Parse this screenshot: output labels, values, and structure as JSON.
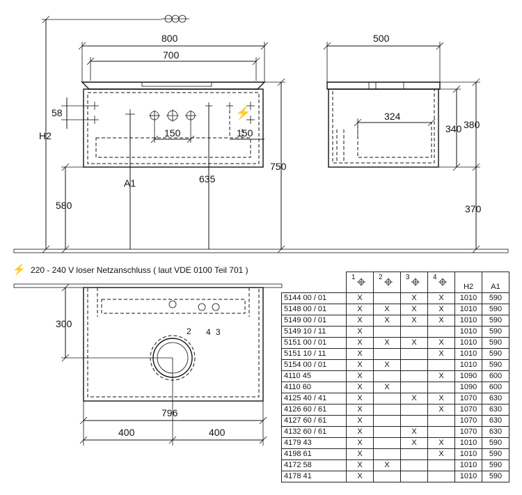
{
  "front_view": {
    "dims": {
      "total_width": "800",
      "top_width": "700",
      "offset_top": "58",
      "hole_spacing_left": "150",
      "hole_spacing_right": "150",
      "height_h2": "H2",
      "height_580": "580",
      "height_a1": "A1",
      "height_635": "635",
      "height_750": "750"
    },
    "symbols": {
      "lightning": "⚡"
    }
  },
  "side_view": {
    "dims": {
      "depth": "500",
      "inner_depth": "324",
      "height_340": "340",
      "height_380": "380",
      "height_370": "370"
    }
  },
  "electrical_note": {
    "symbol": "⚡",
    "text": "220 - 240 V loser Netzanschluss ( laut VDE 0100 Teil 701 )"
  },
  "top_view": {
    "dims": {
      "depth_300": "300",
      "width_796": "796",
      "half_left": "400",
      "half_right": "400"
    },
    "hole_labels": [
      "2",
      "4",
      "3"
    ]
  },
  "table": {
    "headers": {
      "hole1": "1",
      "hole2": "2",
      "hole3": "3",
      "hole4": "4",
      "h2": "H2",
      "a1": "A1"
    },
    "rows": [
      {
        "art": "5144 00 / 01",
        "h1": "X",
        "h2x": "",
        "h3": "X",
        "h4": "X",
        "H2": "1010",
        "A1": "590"
      },
      {
        "art": "5148 00 / 01",
        "h1": "X",
        "h2x": "X",
        "h3": "X",
        "h4": "X",
        "H2": "1010",
        "A1": "590"
      },
      {
        "art": "5149 00 / 01",
        "h1": "X",
        "h2x": "X",
        "h3": "X",
        "h4": "X",
        "H2": "1010",
        "A1": "590"
      },
      {
        "art": "5149 10 / 11",
        "h1": "X",
        "h2x": "",
        "h3": "",
        "h4": "",
        "H2": "1010",
        "A1": "590"
      },
      {
        "art": "5151 00 / 01",
        "h1": "X",
        "h2x": "X",
        "h3": "X",
        "h4": "X",
        "H2": "1010",
        "A1": "590"
      },
      {
        "art": "5151 10 / 11",
        "h1": "X",
        "h2x": "",
        "h3": "",
        "h4": "X",
        "H2": "1010",
        "A1": "590"
      },
      {
        "art": "5154 00 / 01",
        "h1": "X",
        "h2x": "X",
        "h3": "",
        "h4": "",
        "H2": "1010",
        "A1": "590"
      },
      {
        "art": "4110 45",
        "h1": "X",
        "h2x": "",
        "h3": "",
        "h4": "X",
        "H2": "1090",
        "A1": "600"
      },
      {
        "art": "4110 60",
        "h1": "X",
        "h2x": "X",
        "h3": "",
        "h4": "",
        "H2": "1090",
        "A1": "600"
      },
      {
        "art": "4125 40 / 41",
        "h1": "X",
        "h2x": "",
        "h3": "X",
        "h4": "X",
        "H2": "1070",
        "A1": "630"
      },
      {
        "art": "4126 60 / 61",
        "h1": "X",
        "h2x": "",
        "h3": "",
        "h4": "X",
        "H2": "1070",
        "A1": "630"
      },
      {
        "art": "4127 60 / 61",
        "h1": "X",
        "h2x": "",
        "h3": "",
        "h4": "",
        "H2": "1070",
        "A1": "630"
      },
      {
        "art": "4132 60 / 61",
        "h1": "X",
        "h2x": "",
        "h3": "X",
        "h4": "",
        "H2": "1070",
        "A1": "630"
      },
      {
        "art": "4179 43",
        "h1": "X",
        "h2x": "",
        "h3": "X",
        "h4": "X",
        "H2": "1010",
        "A1": "590"
      },
      {
        "art": "4198 61",
        "h1": "X",
        "h2x": "",
        "h3": "",
        "h4": "X",
        "H2": "1010",
        "A1": "590"
      },
      {
        "art": "4172 58",
        "h1": "X",
        "h2x": "X",
        "h3": "",
        "h4": "",
        "H2": "1010",
        "A1": "590"
      },
      {
        "art": "4178 41",
        "h1": "X",
        "h2x": "",
        "h3": "",
        "h4": "",
        "H2": "1010",
        "A1": "590"
      }
    ]
  }
}
